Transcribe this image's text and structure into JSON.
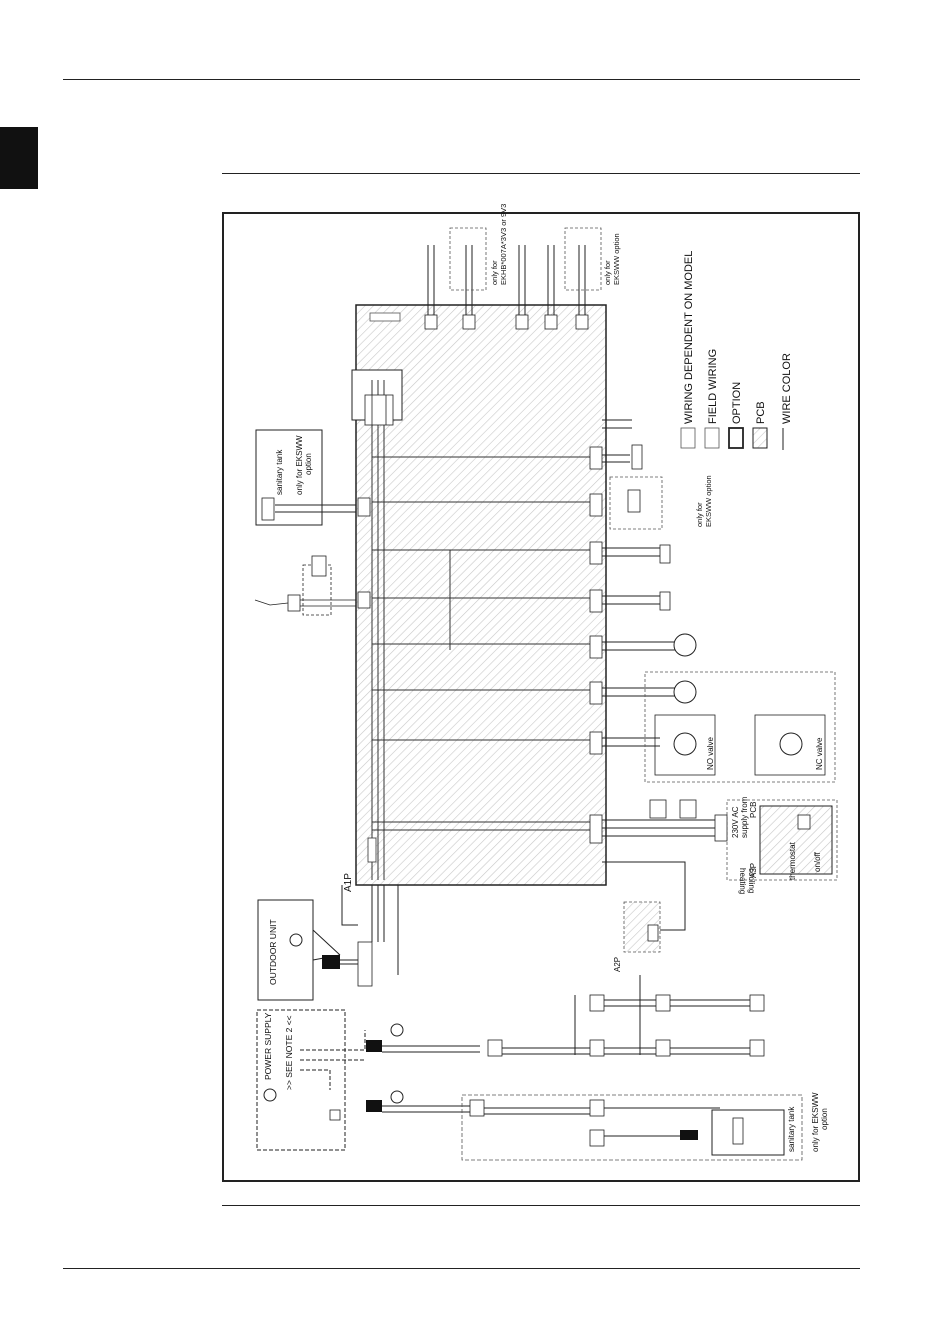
{
  "labels": {
    "a1p": "A1P",
    "a2p": "A2P",
    "a3p": "A3P",
    "outdoor_unit": "OUTDOOR UNIT",
    "power_supply": "POWER SUPPLY",
    "see_note": ">> SEE NOTE 2 <<",
    "sanitary_tank_top": "sanitary tank",
    "only_ekswww_top_1": "only for EKSWW",
    "only_ekswww_top_2": "option",
    "ekhbx_1": "only for",
    "ekhbx_2": "EKHB*007A*3V3 or 9V3",
    "ekswww_right_1": "only for",
    "ekswww_right_2": "EKSWW option",
    "only_ekswww_mid_1": "only for",
    "only_ekswww_mid_2": "EKSWW option",
    "no_valve": "NO valve",
    "nc_valve": "NC valve",
    "supply_230": "230V AC",
    "supply_from": "supply from",
    "supply_pcb": "PCB",
    "heating": "heating",
    "cooling": "cooling",
    "thermostat": "thermostat",
    "onoff": "on/off",
    "sanitary_tank_bottom": "sanitary tank",
    "only_ekswww_bottom_1": "only for EKSWW",
    "only_ekswww_bottom_2": "option"
  },
  "legend": {
    "wiring_dependent": "WIRING DEPENDENT ON MODEL",
    "field_wiring": "FIELD WIRING",
    "option": "OPTION",
    "pcb": "PCB",
    "wire_color": "WIRE COLOR"
  }
}
